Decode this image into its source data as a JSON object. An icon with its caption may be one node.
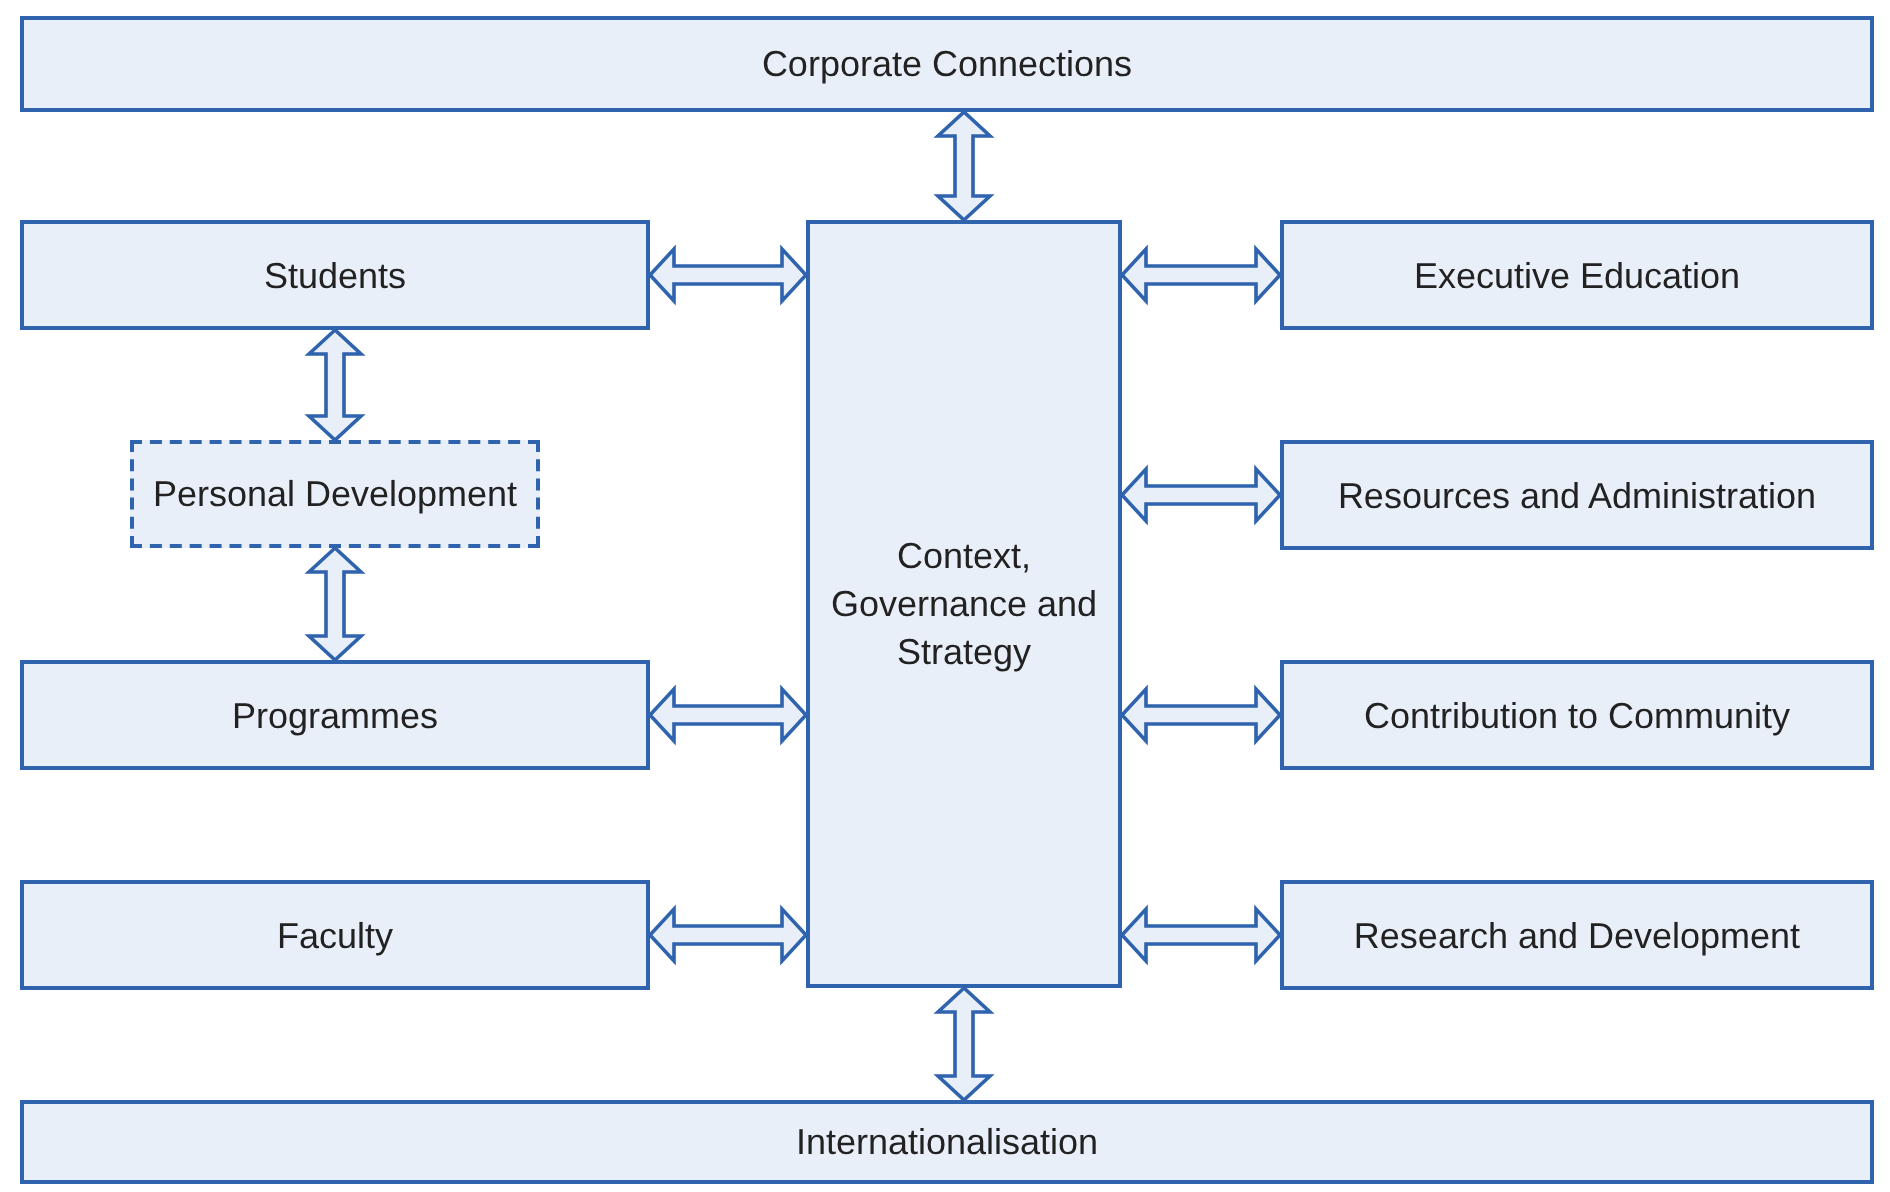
{
  "diagram": {
    "nodes": [
      {
        "text": [
          "Corporate Connections"
        ]
      },
      {
        "text": [
          "Students"
        ]
      },
      {
        "text": [
          "Context, Governance and Strategy"
        ]
      },
      {
        "text": [
          "Executive Education"
        ]
      },
      {
        "text": [
          "Personal Development"
        ]
      },
      {
        "text": [
          "Resources and Administration"
        ]
      },
      {
        "text": [
          "Programmes"
        ]
      },
      {
        "text": [
          "Contribution to Community"
        ]
      },
      {
        "text": [
          "Faculty"
        ]
      },
      {
        "text": [
          "Research and Development"
        ]
      },
      {
        "text": [
          "Internationalisation"
        ]
      }
    ],
    "edges": [
      {
        "from": 2,
        "to": 0,
        "arrow": "both"
      },
      {
        "from": 1,
        "to": 2,
        "arrow": "both"
      },
      {
        "from": 2,
        "to": 3,
        "arrow": "both"
      },
      {
        "from": 1,
        "to": 4,
        "arrow": "both"
      },
      {
        "from": 4,
        "to": 6,
        "arrow": "both"
      },
      {
        "from": 2,
        "to": 5,
        "arrow": "both"
      },
      {
        "from": 6,
        "to": 2,
        "arrow": "both"
      },
      {
        "from": 2,
        "to": 7,
        "arrow": "both"
      },
      {
        "from": 8,
        "to": 2,
        "arrow": "both"
      },
      {
        "from": 2,
        "to": 9,
        "arrow": "both"
      },
      {
        "from": 2,
        "to": 10,
        "arrow": "both"
      }
    ]
  }
}
